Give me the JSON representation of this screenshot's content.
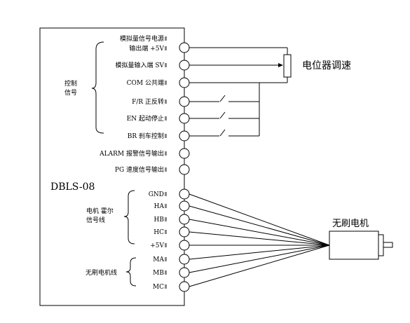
{
  "model": "DBLS-08",
  "potentiometer_label": "电位器调速",
  "motor_label": "无刷电机",
  "groups": {
    "control": [
      "控制",
      "信号"
    ],
    "hall": [
      "电机 霍尔",
      "信号线"
    ],
    "motor": "无刷电机线"
  },
  "terminals": [
    {
      "id": "t1",
      "lines": [
        "模拟量信号电源",
        "输出端 +5V"
      ]
    },
    {
      "id": "t2",
      "lines": [
        "模拟量输入端 SV"
      ]
    },
    {
      "id": "t3",
      "lines": [
        "COM 公共端"
      ]
    },
    {
      "id": "t4",
      "lines": [
        "F/R 正反转"
      ]
    },
    {
      "id": "t5",
      "lines": [
        "EN 起动停止"
      ]
    },
    {
      "id": "t6",
      "lines": [
        "BR 刹车控制"
      ]
    },
    {
      "id": "t7",
      "lines": [
        "ALARM 报警信号输出"
      ]
    },
    {
      "id": "t8",
      "lines": [
        "PG   速度信号输出"
      ]
    },
    {
      "id": "t9",
      "lines": [
        "GND"
      ]
    },
    {
      "id": "t10",
      "lines": [
        "HA"
      ]
    },
    {
      "id": "t11",
      "lines": [
        "HB"
      ]
    },
    {
      "id": "t12",
      "lines": [
        "HC"
      ]
    },
    {
      "id": "t13",
      "lines": [
        "+5V"
      ]
    },
    {
      "id": "t14",
      "lines": [
        "MA"
      ]
    },
    {
      "id": "t15",
      "lines": [
        "MB"
      ]
    },
    {
      "id": "t16",
      "lines": [
        "MC"
      ]
    }
  ]
}
